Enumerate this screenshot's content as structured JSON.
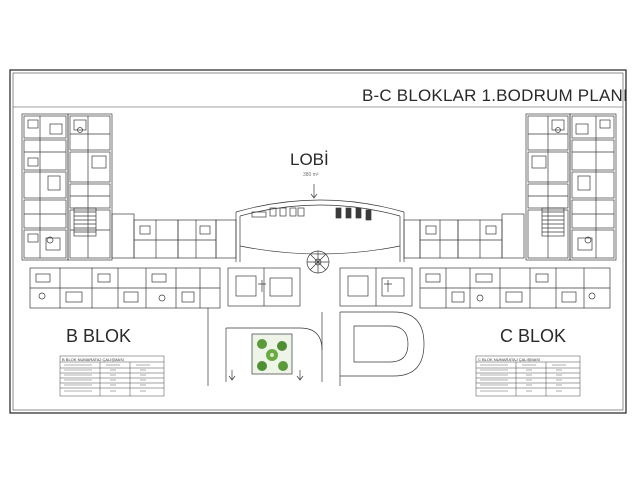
{
  "drawing": {
    "title": "B-C BLOKLAR  1.BODRUM PLANI",
    "lobby_label": "LOBİ",
    "lobby_area": "380 m²",
    "b_block_label": "B BLOK",
    "c_block_label": "C BLOK"
  },
  "tables": {
    "b_block": {
      "title": "B BLOK NUMARATAJ ÇALIŞMASI",
      "row_count": 6
    },
    "c_block": {
      "title": "C BLOK NUMARATAJ ÇALIŞMASI",
      "row_count": 6
    }
  },
  "colors": {
    "line": "#3a3a3a",
    "frame": "#222222",
    "landscape_green": "#5a9a3a"
  }
}
